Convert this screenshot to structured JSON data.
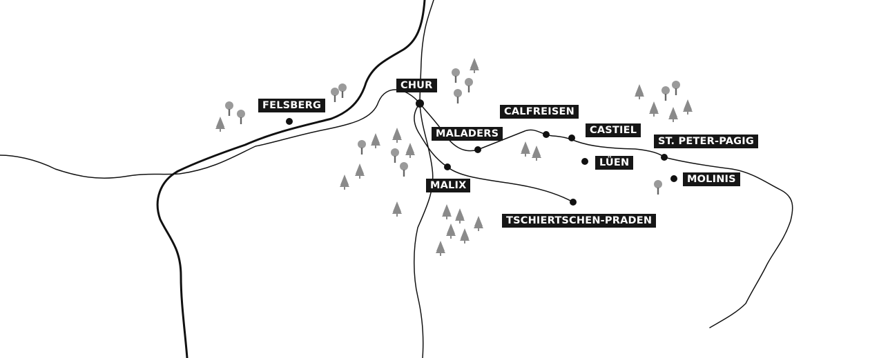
{
  "map": {
    "places": [
      {
        "id": "chur",
        "name": "CHUR"
      },
      {
        "id": "felsberg",
        "name": "FELSBERG"
      },
      {
        "id": "calfreisen",
        "name": "CALFREISEN"
      },
      {
        "id": "maladers",
        "name": "MALADERS"
      },
      {
        "id": "castiel",
        "name": "CASTIEL"
      },
      {
        "id": "st-peter-pagig",
        "name": "ST. PETER-PAGIG"
      },
      {
        "id": "lueen",
        "name": "LÜEN"
      },
      {
        "id": "molinis",
        "name": "MOLINIS"
      },
      {
        "id": "malix",
        "name": "MALIX"
      },
      {
        "id": "tschiertschen-praden",
        "name": "TSCHIERTSCHEN-PRADEN"
      }
    ],
    "colors": {
      "background": "#ffffff",
      "line": "#111111",
      "label_bg": "#161616",
      "label_text": "#ffffff",
      "tree": "#8a8a8a"
    },
    "icons": [
      "conifer-tree-icon",
      "deciduous-tree-icon",
      "town-dot-icon"
    ]
  }
}
